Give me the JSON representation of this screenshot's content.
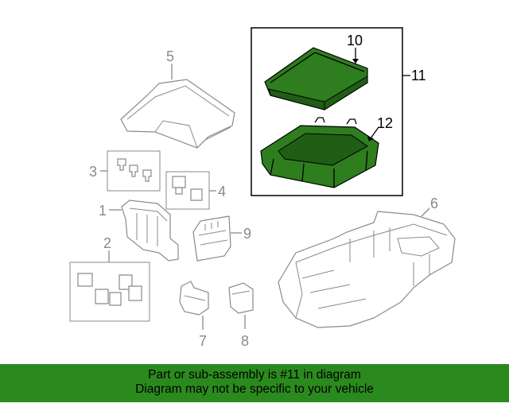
{
  "callouts": {
    "c1": "1",
    "c2": "2",
    "c3": "3",
    "c4": "4",
    "c5": "5",
    "c6": "6",
    "c7": "7",
    "c8": "8",
    "c9": "9",
    "c10": "10",
    "c11": "11",
    "c12": "12"
  },
  "footer": {
    "line1": "Part or sub-assembly is #11 in diagram",
    "line2": "Diagram may not be specific to your vehicle"
  },
  "colors": {
    "highlight": "#2e7d1f",
    "banner": "#2b8a1e",
    "outline": "#8a8a8a"
  }
}
